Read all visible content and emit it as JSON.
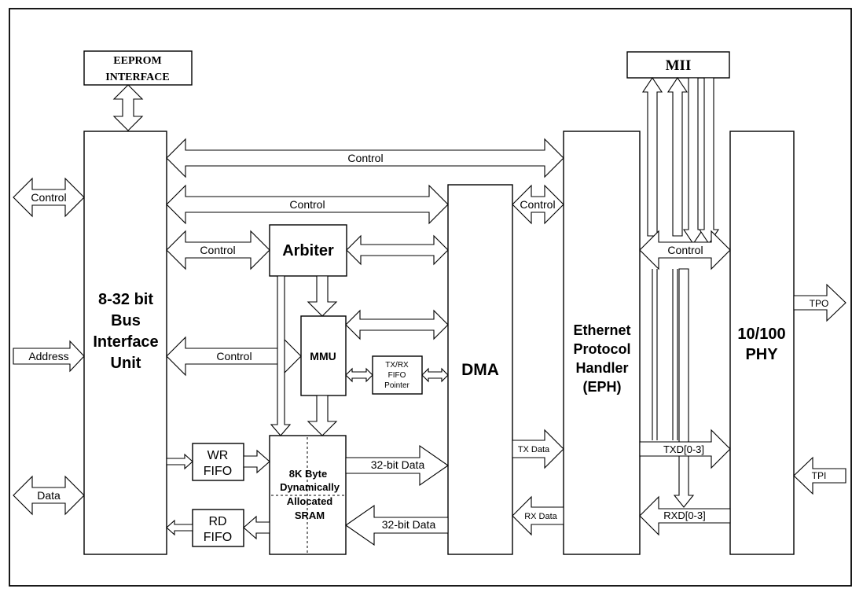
{
  "blocks": {
    "eeprom": [
      "EEPROM",
      "INTERFACE"
    ],
    "mii": "MII",
    "biu": [
      "8-32 bit",
      "Bus",
      "Interface",
      "Unit"
    ],
    "arbiter": "Arbiter",
    "mmu": "MMU",
    "fifo_pointer": [
      "TX/RX",
      "FIFO",
      "Pointer"
    ],
    "wr_fifo": [
      "WR",
      "FIFO"
    ],
    "rd_fifo": [
      "RD",
      "FIFO"
    ],
    "sram": [
      "8K Byte",
      "Dynamically",
      "Allocated",
      "SRAM"
    ],
    "dma": "DMA",
    "eph": [
      "Ethernet",
      "Protocol",
      "Handler",
      "(EPH)"
    ],
    "phy": [
      "10/100",
      "PHY"
    ]
  },
  "signals": {
    "ext_control": "Control",
    "ext_address": "Address",
    "ext_data": "Data",
    "biu_eph_control": "Control",
    "biu_dma_control": "Control",
    "biu_arbiter_control": "Control",
    "biu_mmu_control": "Control",
    "dma_eph_control": "Control",
    "eph_phy_control": "Control",
    "sram_dma_data": "32-bit Data",
    "dma_sram_data": "32-bit Data",
    "tx_data": "TX Data",
    "rx_data": "RX Data",
    "txd": "TXD[0-3]",
    "rxd": "RXD[0-3]",
    "tpo": "TPO",
    "tpi": "TPI"
  }
}
